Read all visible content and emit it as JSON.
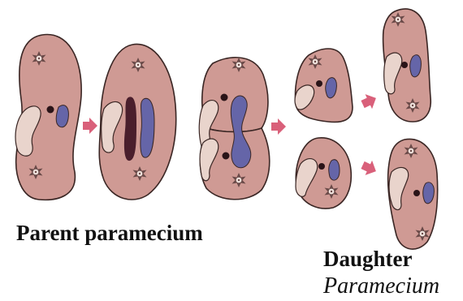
{
  "labels": {
    "parent": "Parent paramecium",
    "daughter": "Daughter",
    "species": "Paramecium"
  },
  "colors": {
    "cell_fill": "#cf9a94",
    "cell_outline": "#3a2624",
    "macronucleus": "#6565a8",
    "micronucleus": "#2a1418",
    "dividing_nucleus": "#4a1e2c",
    "oral_groove": "#e9d4cc",
    "contractile_vacuole": "#6a4a48",
    "arrow": "#d9607a"
  },
  "icons": {
    "stage_arrow": "arrow-right-icon",
    "contractile_vacuole": "star-vacuole-icon"
  }
}
